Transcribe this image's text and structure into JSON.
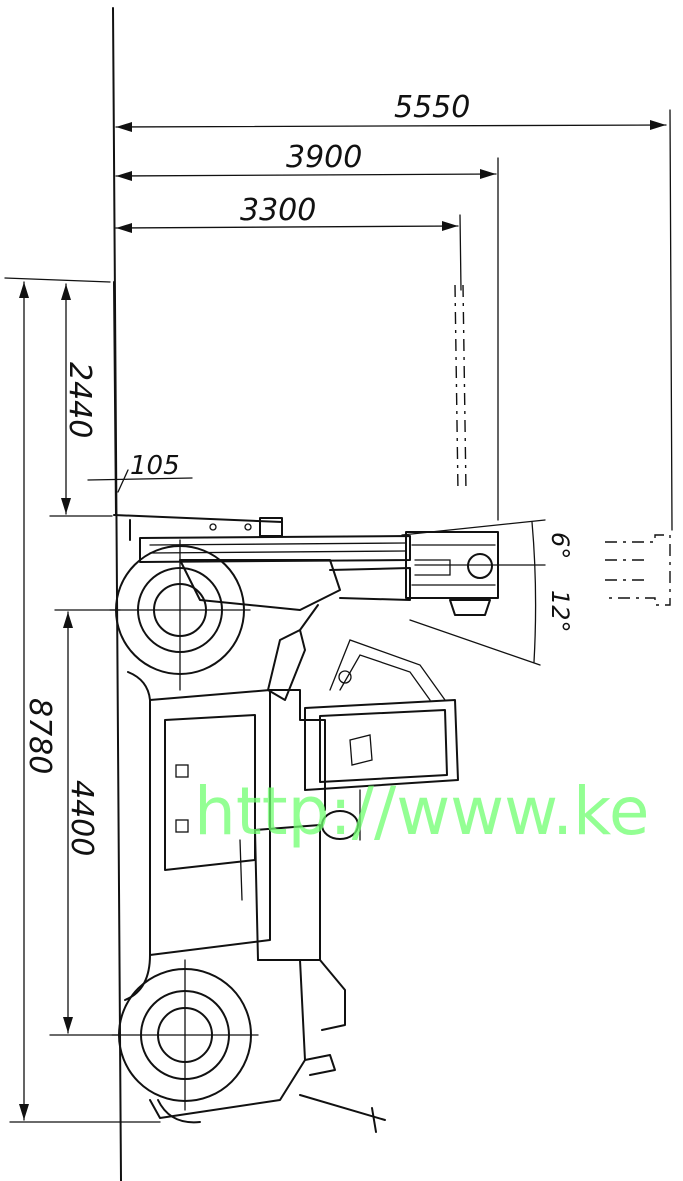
{
  "dimensions": {
    "overall_length": "5550",
    "dim_3900": "3900",
    "dim_3300": "3300",
    "dim_2440": "2440",
    "dim_105": "105",
    "dim_6": "6°",
    "dim_12": "12°",
    "overall_height": "8780",
    "wheelbase": "4400"
  },
  "watermark": "http://www.ke",
  "colors": {
    "line": "#111111",
    "watermark": "#6fff6f"
  }
}
